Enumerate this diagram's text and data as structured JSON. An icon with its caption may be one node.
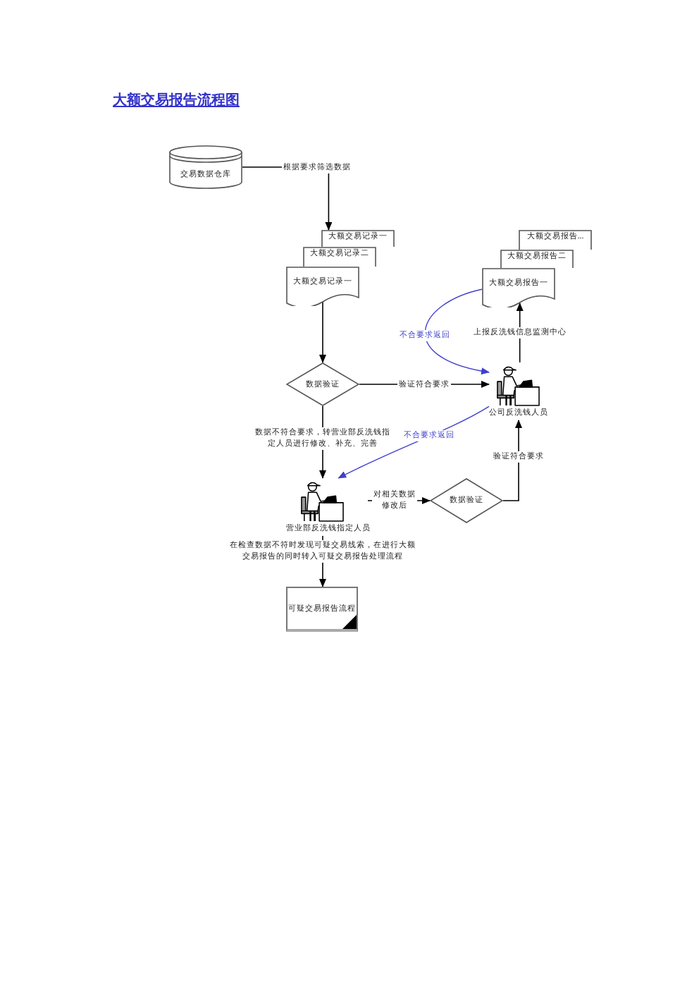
{
  "diagram": {
    "title": "大额交易报告流程图",
    "nodes": [
      {
        "text": [
          "交易数据仓库"
        ]
      },
      {
        "text": [
          "大额交易记录一"
        ]
      },
      {
        "text": [
          "大额交易记录二"
        ]
      },
      {
        "text": [
          "大额交易记录一"
        ]
      },
      {
        "text": [
          "大额交易报告..."
        ]
      },
      {
        "text": [
          "大额交易报告二"
        ]
      },
      {
        "text": [
          "大额交易报告一"
        ]
      },
      {
        "text": [
          "数据验证"
        ]
      },
      {
        "text": [],
        "shape": "person",
        "beside": [
          "公司反洗钱人员"
        ]
      },
      {
        "text": [],
        "shape": "person",
        "beside": [
          "营业部反洗钱指定人员"
        ]
      },
      {
        "text": [
          "数据验证"
        ]
      },
      {
        "text": [
          "可疑交易报告流程"
        ]
      }
    ],
    "edges": [
      {
        "from": 0,
        "to": 1,
        "arrow": "to",
        "label": "根据要求筛选数据"
      },
      {
        "from": 3,
        "to": 7,
        "arrow": "to"
      },
      {
        "from": 7,
        "to": 8,
        "arrow": "to",
        "label": "验证符合要求"
      },
      {
        "from": 8,
        "to": 6,
        "arrow": "to",
        "label": "上报反洗钱信息监测中心"
      },
      {
        "from": 6,
        "to": 8,
        "arrow": "to",
        "label": "不合要求返回",
        "color": "#3f3fcc"
      },
      {
        "from": 7,
        "to": 9,
        "arrow": "to",
        "label": "数据不符合要求，转营业部反洗钱指定人员进行修改、补充、完善"
      },
      {
        "from": 8,
        "to": 9,
        "arrow": "to",
        "label": "不合要求返回",
        "color": "#3f3fcc"
      },
      {
        "from": 9,
        "to": 10,
        "arrow": "to",
        "label": "对相关数据修改后"
      },
      {
        "from": 10,
        "to": 8,
        "arrow": "to",
        "label": "验证符合要求"
      },
      {
        "from": 9,
        "to": 11,
        "arrow": "to",
        "label": "在检查数据不符时发现可疑交易线索，在进行大额交易报告的同时转入可疑交易报告处理流程"
      }
    ]
  }
}
